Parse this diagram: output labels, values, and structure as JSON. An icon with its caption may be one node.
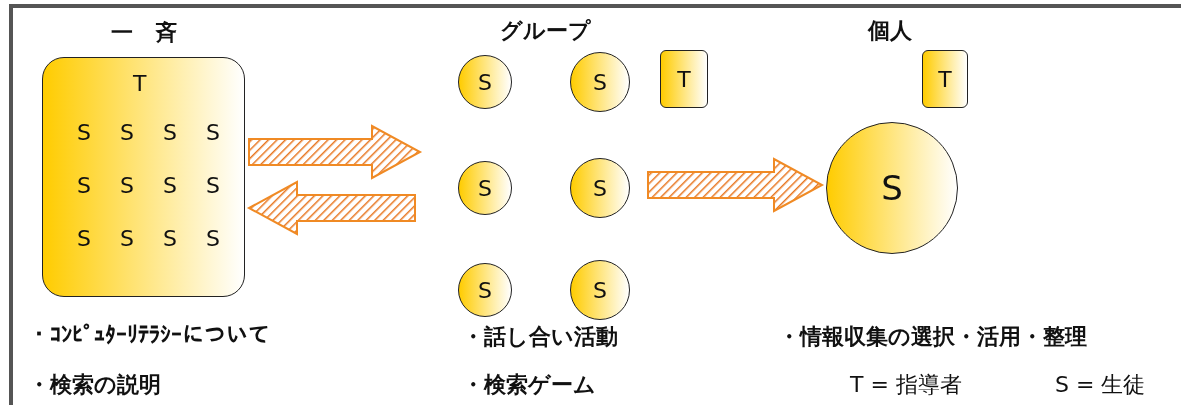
{
  "diagram": {
    "nodes": [
      {
        "text": [
          "一　斉",
          "T",
          "S",
          "S",
          "S",
          "S",
          "S",
          "S",
          "S",
          "S",
          "S",
          "S",
          "S",
          "S"
        ]
      },
      {
        "text": [
          "S"
        ]
      },
      {
        "text": [
          "S"
        ]
      },
      {
        "text": [
          "T"
        ]
      },
      {
        "text": [
          "S"
        ]
      },
      {
        "text": [
          "S"
        ]
      },
      {
        "text": [
          "S"
        ]
      },
      {
        "text": [
          "S"
        ]
      },
      {
        "text": [
          "T"
        ]
      },
      {
        "text": [
          "S"
        ]
      }
    ],
    "edges": [
      {
        "from": 0,
        "to": null,
        "arrow": "to"
      },
      {
        "from": null,
        "to": 0,
        "arrow": "to"
      },
      {
        "from": null,
        "to": 9,
        "arrow": "to"
      }
    ],
    "labels": [
      "グループ",
      "個人",
      "・ｺﾝﾋﾟｭﾀｰﾘﾃﾗｼｰについて",
      "・話し合い活動",
      "・情報収集の選択・活用・整理",
      "・検索の説明",
      "・検索ゲーム",
      "T = 指導者",
      "S = 生徒"
    ]
  }
}
